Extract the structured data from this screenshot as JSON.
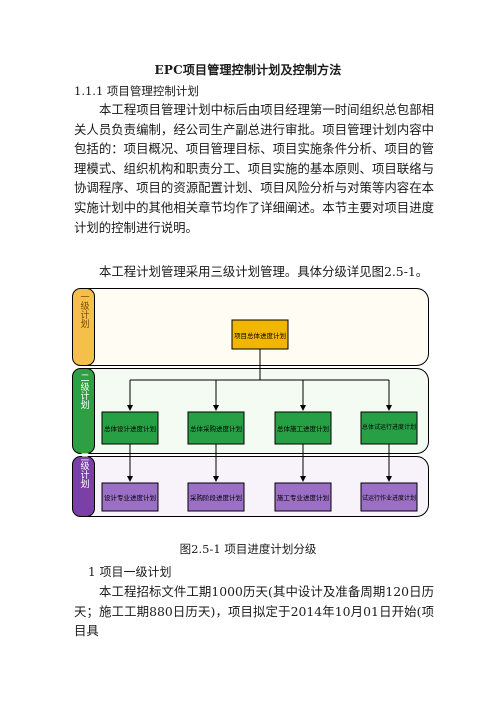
{
  "doc": {
    "title": "EPC项目管理控制计划及控制方法",
    "section": "1.1.1 项目管理控制计划",
    "para1": "本工程项目管理计划中标后由项目经理第一时间组织总包部相关人员负责编制，经公司生产副总进行审批。项目管理计划内容中包括的：项目概况、项目管理目标、项目实施条件分析、项目的管理模式、组织机构和职责分工、项目实施的基本原则、项目联络与协调程序、项目的资源配置计划、项目风险分析与对策等内容在本实施计划中的其他相关章节均作了详细阐述。本节主要对项目进度计划的控制进行说明。",
    "para2": "本工程计划管理采用三级计划管理。具体分级详见图2.5-1。",
    "caption": "图2.5-1   项目进度计划分级",
    "item1": "1   项目一级计划",
    "para3": "本工程招标文件工期1000历天(其中设计及准备周期120日历天；施工工期880日历天)，项目拟定于2014年10月01日开始(项目具"
  },
  "diagram": {
    "levels": [
      {
        "label": "一级计划",
        "color": "#f5c04a"
      },
      {
        "label": "二级计划",
        "color": "#2ea043"
      },
      {
        "label": "三级计划",
        "color": "#7b3fa8"
      }
    ],
    "level1_box": "项目总体进度计划",
    "level2_boxes": [
      "总体设计进度计划",
      "总体采购进度计划",
      "总体施工进度计划",
      "总体试运行进度计划"
    ],
    "level3_boxes": [
      "设计专业进度计划",
      "采购阶段进度计划",
      "施工专业进度计划",
      "试运行作业进度计划"
    ],
    "colors": {
      "gold": "#f2b600",
      "green": "#27a045",
      "purple": "#9b6fc6",
      "band1": "#fff8dc",
      "band2": "#e8f5e5",
      "band3": "#efe6f6"
    }
  }
}
